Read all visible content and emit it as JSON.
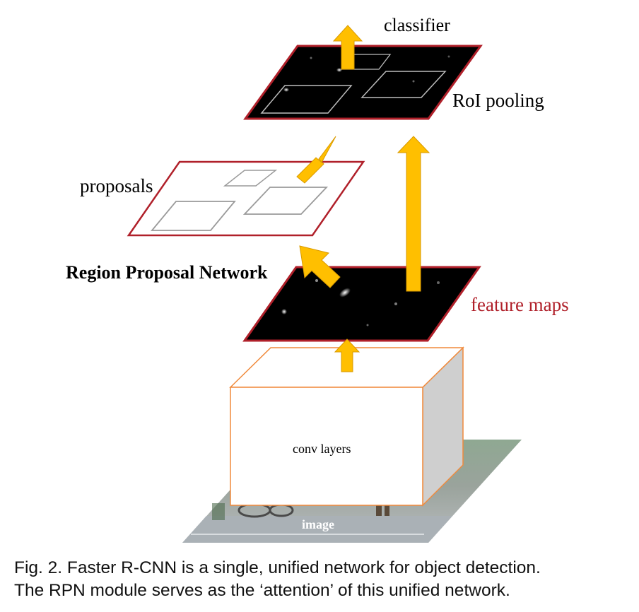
{
  "labels": {
    "classifier": "classifier",
    "roi_pooling": "RoI pooling",
    "proposals": "proposals",
    "rpn": "Region Proposal Network",
    "feature_maps": "feature maps",
    "conv_layers": "conv layers",
    "image": "image"
  },
  "caption": {
    "line1": "Fig. 2. Faster R-CNN is a single, unified network for object detection.",
    "line2": "The RPN module serves as the ‘attention’ of this unified network."
  },
  "colors": {
    "arrow": "#ffbf00",
    "plane_border": "#b0202a",
    "conv_border": "#f08a3c",
    "feature_maps_text": "#b0202a",
    "box_outline": "#9a9a9a"
  }
}
